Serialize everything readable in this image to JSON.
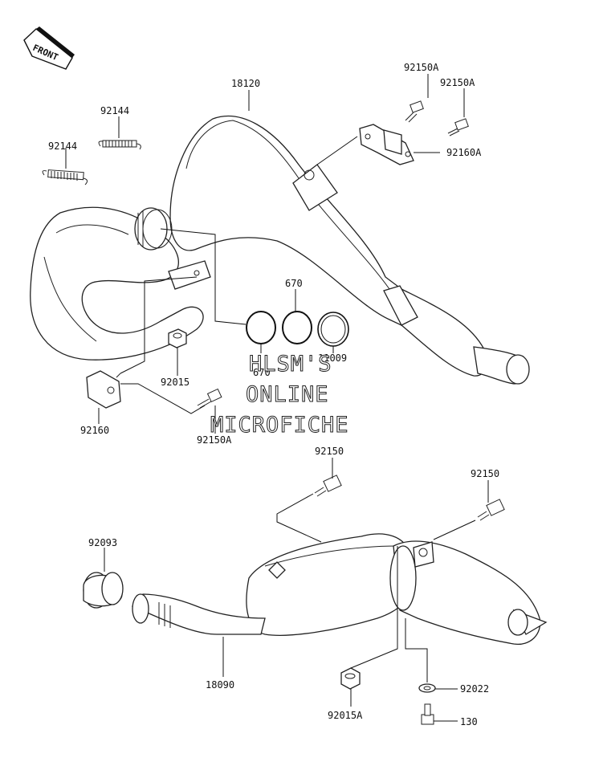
{
  "labels": {
    "front": "FRONT",
    "l18120": "18120",
    "l92150A_1": "92150A",
    "l92150A_2": "92150A",
    "l92160A": "92160A",
    "l92144_1": "92144",
    "l92144_2": "92144",
    "l670_1": "670",
    "l670_2": "670",
    "l11009": "11009",
    "l92015": "92015",
    "l92160": "92160",
    "l92150A_3": "92150A",
    "l92150_1": "92150",
    "l92150_2": "92150",
    "l92093": "92093",
    "l18090": "18090",
    "l92015A": "92015A",
    "l92022": "92022",
    "l130": "130"
  },
  "watermark": {
    "line1": "HLSM'S",
    "line2": "ONLINE",
    "line3": "MICROFICHE"
  }
}
